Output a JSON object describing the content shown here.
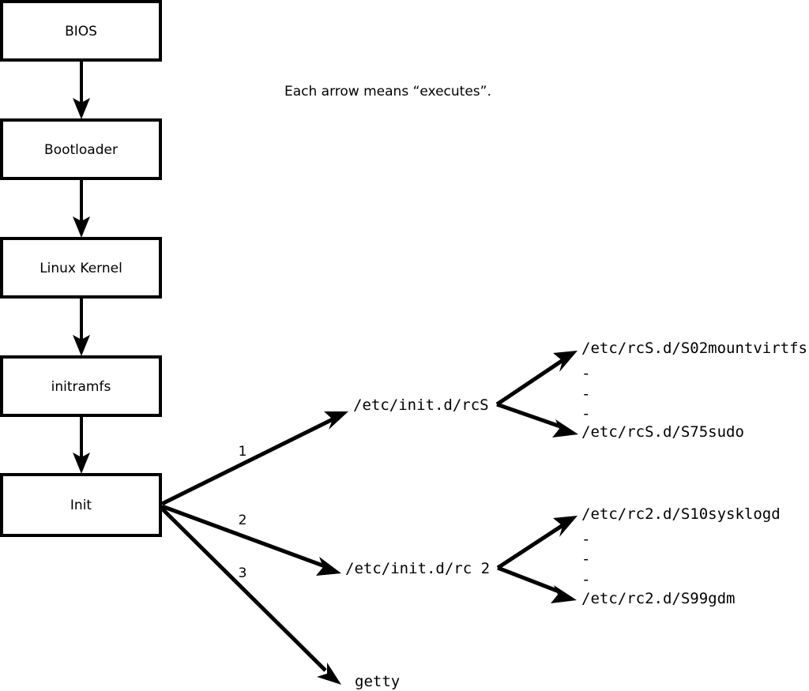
{
  "diagram": {
    "caption": "Each arrow means “executes”.",
    "boot_chain": [
      {
        "id": "bios",
        "label": "BIOS"
      },
      {
        "id": "bootloader",
        "label": "Bootloader"
      },
      {
        "id": "kernel",
        "label": "Linux Kernel"
      },
      {
        "id": "initramfs",
        "label": "initramfs"
      },
      {
        "id": "init",
        "label": "Init"
      }
    ],
    "init_branches": [
      {
        "number": "1",
        "target": "/etc/init.d/rcS"
      },
      {
        "number": "2",
        "target": "/etc/init.d/rc 2"
      },
      {
        "number": "3",
        "target": "getty"
      }
    ],
    "rcs_scripts": {
      "first": "/etc/rcS.d/S02mountvirtfs",
      "ellipsis": [
        "-",
        "-",
        "-"
      ],
      "last": "/etc/rcS.d/S75sudo"
    },
    "rc2_scripts": {
      "first": "/etc/rc2.d/S10sysklogd",
      "ellipsis": [
        "-",
        "-",
        "-"
      ],
      "last": "/etc/rc2.d/S99gdm"
    },
    "colors": {
      "stroke": "#000000",
      "fill": "#ffffff",
      "text": "#000000"
    }
  }
}
